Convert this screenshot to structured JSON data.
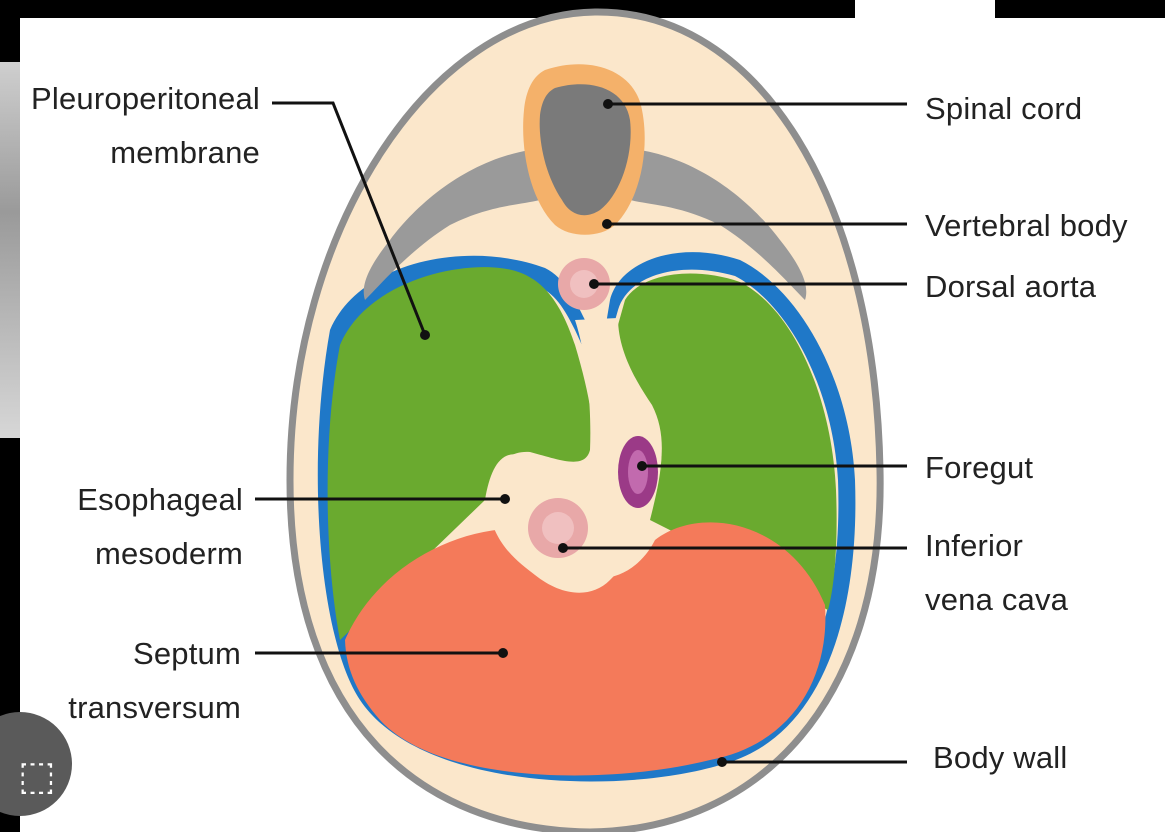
{
  "labels": {
    "spinal_cord": "Spinal cord",
    "vertebral_body": "Vertebral body",
    "dorsal_aorta": "Dorsal aorta",
    "foregut": "Foregut",
    "inferior_vena_cava": [
      "Inferior",
      "vena cava"
    ],
    "body_wall": "Body wall",
    "pleuroperitoneal_membrane": [
      "Pleuroperitoneal",
      "membrane"
    ],
    "esophageal_mesoderm": [
      "Esophageal",
      "mesoderm"
    ],
    "septum_transversum": [
      "Septum",
      "transversum"
    ]
  },
  "colors": {
    "body_wall_outline": "#8e8e8e",
    "tissue": "#fbe7cb",
    "pleural_lining": "#1f78c8",
    "pleuroperitoneal": "#6aaa2f",
    "septum_transversum": "#f47a5a",
    "vertebral_arch": "#f4b16a",
    "spinal_cord": "#7a7a7a",
    "vessel": "#e8a8a8",
    "foregut": "#9b3a87",
    "leader_line": "#111111"
  },
  "icons": {
    "corner_badge": "image-search-icon"
  }
}
